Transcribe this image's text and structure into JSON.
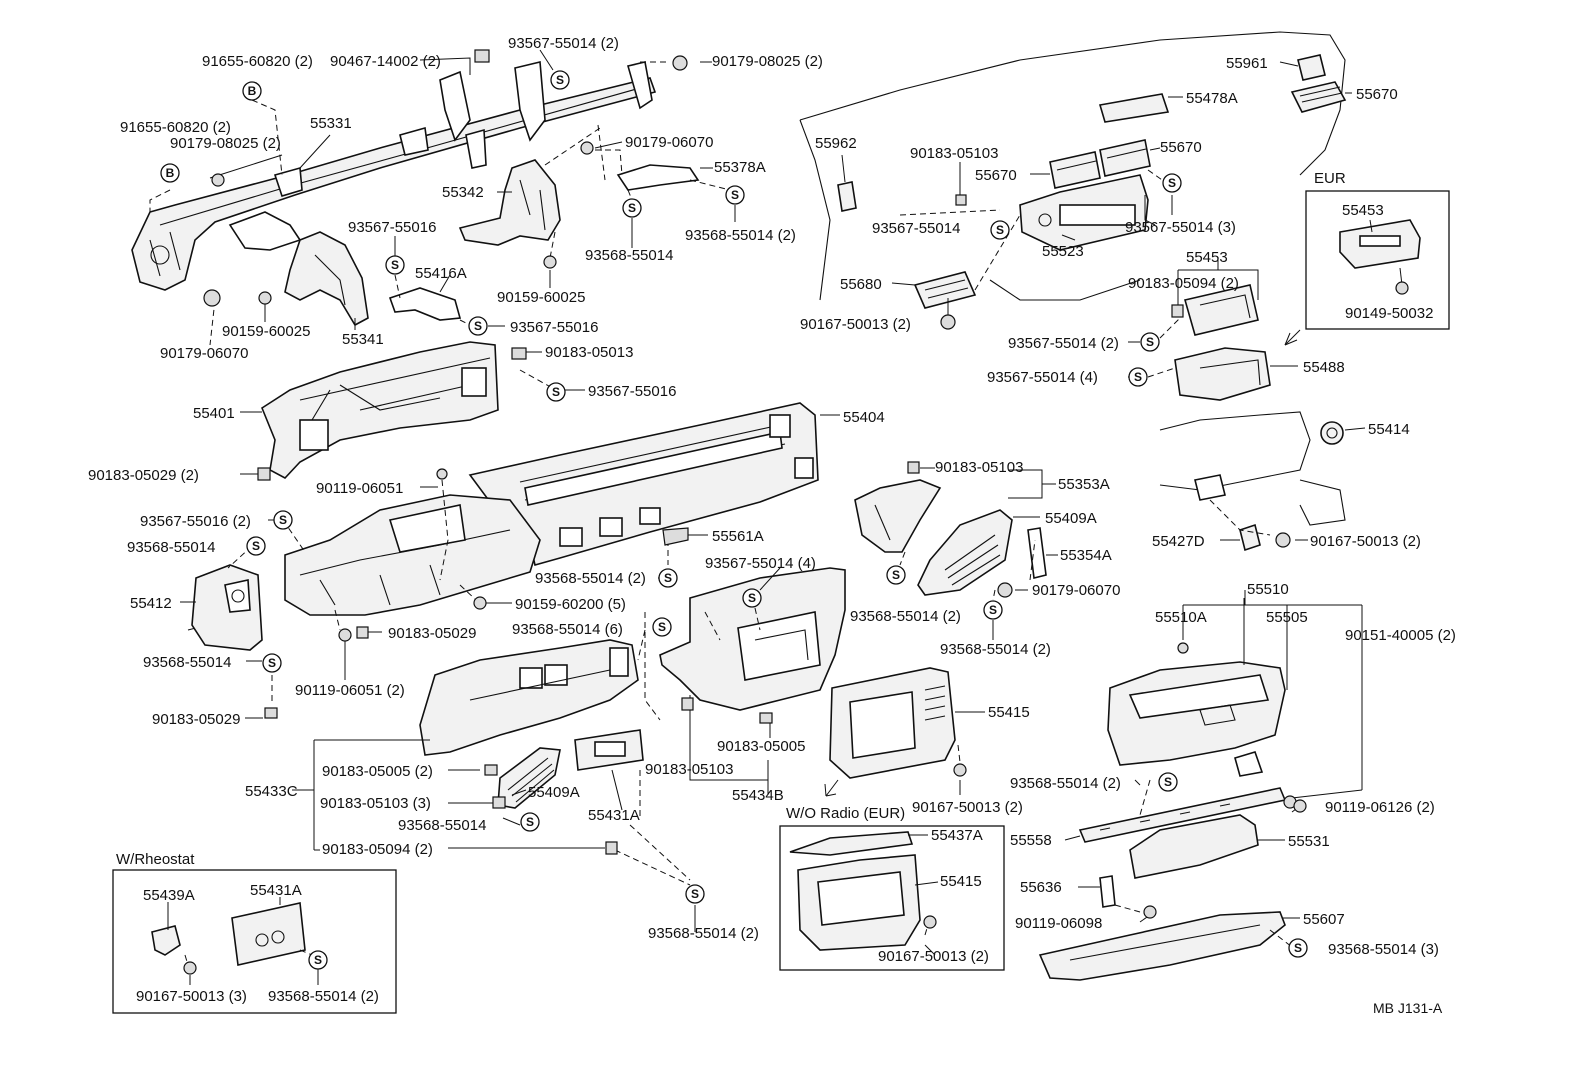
{
  "symbols": {
    "s": "S",
    "b": "B"
  },
  "labels": {
    "l_91655_60820_top": "91655-60820 (2)",
    "l_90467_14002": "90467-14002 (2)",
    "l_93567_55014_top": "93567-55014 (2)",
    "l_90179_08025_top": "90179-08025 (2)",
    "l_91655_60820_left": "91655-60820 (2)",
    "l_90179_08025_left": "90179-08025 (2)",
    "l_55331": "55331",
    "l_90179_06070_top": "90179-06070",
    "l_55378a": "55378A",
    "l_55342": "55342",
    "l_93568_55014_a": "93568-55014",
    "l_93568_55014_b": "93568-55014 (2)",
    "l_90159_60025_mid": "90159-60025",
    "l_93567_55016_a": "93567-55016",
    "l_55416a": "55416A",
    "l_93567_55016_b": "93567-55016",
    "l_90159_60025_left": "90159-60025",
    "l_55341": "55341",
    "l_90179_06070_left": "90179-06070",
    "l_90183_05013": "90183-05013",
    "l_93567_55016_c": "93567-55016",
    "l_55401": "55401",
    "l_55404": "55404",
    "l_90183_05029_a": "90183-05029 (2)",
    "l_90119_06051_a": "90119-06051",
    "l_93567_55016_d": "93567-55016 (2)",
    "l_93568_55014_c": "93568-55014",
    "l_55412": "55412",
    "l_93568_55014_d": "93568-55014",
    "l_90183_05029_b": "90183-05029",
    "l_90183_05029_c": "90183-05029",
    "l_90119_06051_b": "90119-06051 (2)",
    "l_90159_60200": "90159-60200 (5)",
    "l_55561a": "55561A",
    "l_93568_55014_e": "93568-55014 (2)",
    "l_93567_55014_4": "93567-55014 (4)",
    "l_93568_55014_6": "93568-55014 (6)",
    "l_55433c": "55433C",
    "l_90183_05005_a": "90183-05005 (2)",
    "l_90183_05103_3": "90183-05103 (3)",
    "l_93568_55014_f": "93568-55014",
    "l_90183_05094_a": "90183-05094 (2)",
    "l_55409a_a": "55409A",
    "l_55431a_a": "55431A",
    "l_93568_55014_g": "93568-55014 (2)",
    "l_90183_05103_b": "90183-05103",
    "l_90183_05005_b": "90183-05005",
    "l_55434b": "55434B",
    "l_55415_a": "55415",
    "l_90167_50013_a": "90167-50013 (2)",
    "l_wo_radio": "W/O Radio (EUR)",
    "l_55437a": "55437A",
    "l_55415_b": "55415",
    "l_90167_50013_b": "90167-50013 (2)",
    "l_w_rheostat": "W/Rheostat",
    "l_55439a": "55439A",
    "l_55431a_b": "55431A",
    "l_90167_50013_3": "90167-50013 (3)",
    "l_93568_55014_h": "93568-55014 (2)",
    "l_55961": "55961",
    "l_55478a": "55478A",
    "l_55670_a": "55670",
    "l_55962": "55962",
    "l_90183_05103_c": "90183-05103",
    "l_55670_b": "55670",
    "l_55670_c": "55670",
    "l_eur": "EUR",
    "l_55453_a": "55453",
    "l_93567_55014_e": "93567-55014",
    "l_55523": "55523",
    "l_93567_55014_3": "93567-55014 (3)",
    "l_55453_b": "55453",
    "l_55680": "55680",
    "l_90183_05094_b": "90183-05094 (2)",
    "l_90149_50032": "90149-50032",
    "l_90167_50013_c": "90167-50013 (2)",
    "l_93567_55014_f": "93567-55014 (2)",
    "l_93567_55014_g": "93567-55014 (4)",
    "l_55488": "55488",
    "l_55414": "55414",
    "l_90183_05103_d": "90183-05103",
    "l_55353a": "55353A",
    "l_55409a_b": "55409A",
    "l_55354a": "55354A",
    "l_93568_55014_i": "93568-55014 (2)",
    "l_90179_06070_c": "90179-06070",
    "l_93568_55014_j": "93568-55014 (2)",
    "l_55427d": "55427D",
    "l_90167_50013_d": "90167-50013 (2)",
    "l_55510": "55510",
    "l_55510a": "55510A",
    "l_55505": "55505",
    "l_90151_40005": "90151-40005 (2)",
    "l_93568_55014_k": "93568-55014 (2)",
    "l_90119_06126": "90119-06126 (2)",
    "l_55558": "55558",
    "l_55531": "55531",
    "l_55636": "55636",
    "l_90119_06098": "90119-06098",
    "l_55607": "55607",
    "l_93568_55014_3": "93568-55014 (3)",
    "l_code": "MB J131-A"
  }
}
